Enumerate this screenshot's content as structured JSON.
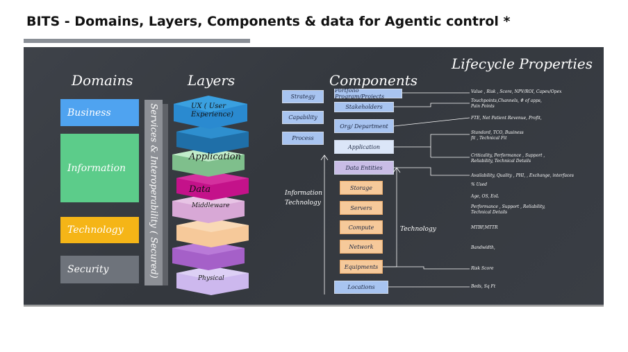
{
  "title": "BITS - Domains, Layers, Components & data for Agentic control *",
  "headings": {
    "domains": "Domains",
    "layers": "Layers",
    "components": "Components",
    "lifecycle": "Lifecycle Properties"
  },
  "domains": [
    {
      "label": "Business",
      "color": "#4fa3f0"
    },
    {
      "label": "Information",
      "color": "#5ccc8a"
    },
    {
      "label": "Technology",
      "color": "#f5b517"
    },
    {
      "label": "Security",
      "color": "#6e737b"
    }
  ],
  "services_bar": "Services & Interoperability ( Secured)",
  "layers": [
    {
      "label": "UX ( User Experience)",
      "color": "#3aa0e0"
    },
    {
      "label": "",
      "color": "#2e8fcf"
    },
    {
      "label": "Application",
      "color": "#b5e6c0"
    },
    {
      "label": "Data",
      "color": "#c4128a"
    },
    {
      "label": "Middleware",
      "color": "#e2b8e0"
    },
    {
      "label": "",
      "color": "#f6c99a"
    },
    {
      "label": "",
      "color": "#a560c8"
    },
    {
      "label": "Physical",
      "color": "#cdb8ee"
    }
  ],
  "left_boxes": [
    "Strategy",
    "Capability",
    "Process"
  ],
  "components": [
    "Portfolio Program/Projects",
    "Stakeholders",
    "Org/ Department",
    "Application",
    "Data Entities"
  ],
  "tech_components": [
    "Storage",
    "Servers",
    "Compute",
    "Network",
    "Equipments"
  ],
  "locations": "Locations",
  "info_tech_label": "Information Technology",
  "technology_label": "Technology",
  "properties": [
    "Value , Risk , Score, NPV/ROI, Capex/Opex",
    "Touchpoints,Channels, # of apps, Pain Points",
    "FTE, Net Patient Revenue, Profit,",
    "Standard, TCO, Business fit , Technical Fit",
    "Criticality, Performance , Support , Reliability, Technical Details",
    "Availability, Quality , PHI, , Exchange, interfaces",
    "% Used",
    "Age, OS, EoL",
    "Performance , Support , Reliability, Technical Details",
    "MTBF,MTTR",
    "Bandwidth,",
    "Risk Score",
    "Beds, Sq Ft"
  ]
}
